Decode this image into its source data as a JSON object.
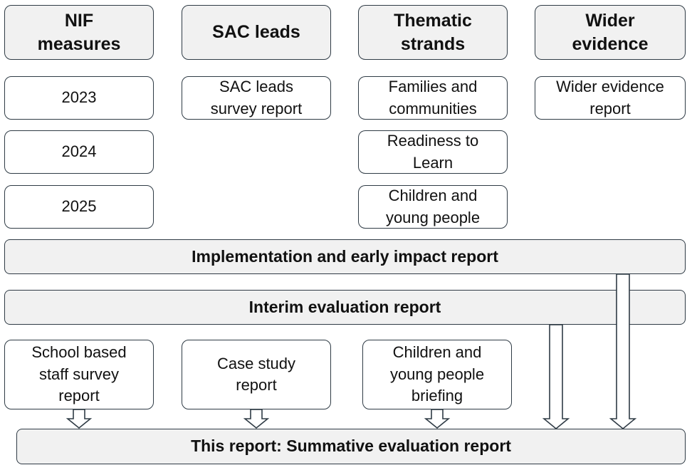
{
  "headers": {
    "nif": "NIF\nmeasures",
    "sac": "SAC leads",
    "thematic": "Thematic\nstrands",
    "wider": "Wider\nevidence"
  },
  "nif_items": [
    "2023",
    "2024",
    "2025"
  ],
  "sac_items": [
    "SAC leads\nsurvey report"
  ],
  "thematic_items": [
    "Families and\ncommunities",
    "Readiness to\nLearn",
    "Children and\nyoung people"
  ],
  "wider_items": [
    "Wider evidence\nreport"
  ],
  "bands": {
    "implementation": "Implementation and early impact report",
    "interim": "Interim evaluation report"
  },
  "bottom_items": [
    "School based\nstaff survey\nreport",
    "Case study\nreport",
    "Children and\nyoung people\nbriefing"
  ],
  "final": "This report: Summative evaluation report"
}
